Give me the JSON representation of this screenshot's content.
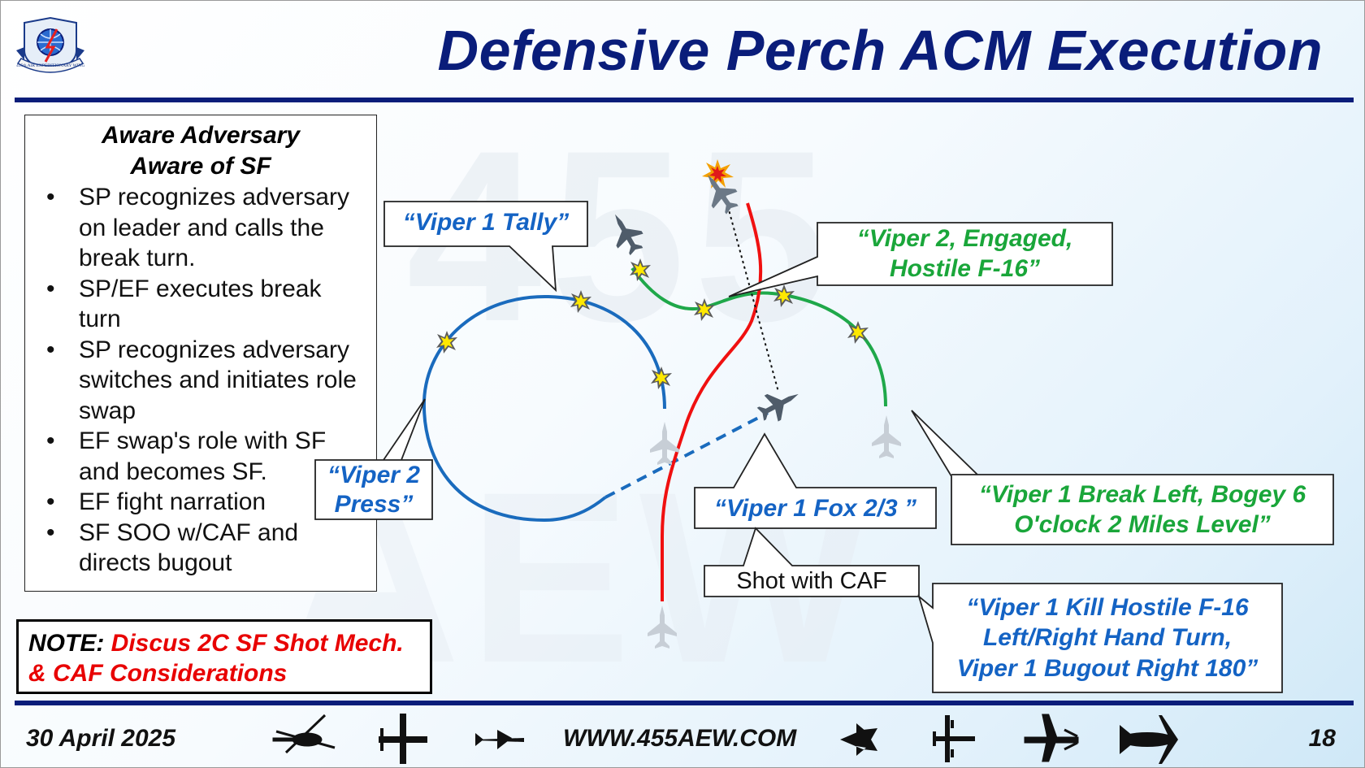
{
  "title": "Defensive Perch ACM Execution",
  "logo": {
    "text": "455th AIR EXPEDITIONARY WING",
    "icon": "unit-emblem-icon"
  },
  "watermark": {
    "line1": "455",
    "line2": "AEW"
  },
  "side_panel": {
    "heading_line1": "Aware Adversary",
    "heading_line2": "Aware of SF",
    "bullets": [
      "SP recognizes adversary on leader and calls the break turn.",
      "SP/EF executes break turn",
      "SP recognizes adversary switches and initiates role swap",
      "EF swap's role with SF and becomes SF.",
      "EF fight narration",
      "SF SOO w/CAF and directs bugout"
    ]
  },
  "note": {
    "label": "NOTE:",
    "text": "Discus 2C SF Shot Mech. & CAF Considerations"
  },
  "callouts": {
    "tally": "“Viper 1 Tally”",
    "engaged_line1": "“Viper 2, Engaged,",
    "engaged_line2": "Hostile F-16”",
    "press_line1": "“Viper 2",
    "press_line2": "Press”",
    "fox": "“Viper 1 Fox 2/3 ”",
    "break_line1": "“Viper 1 Break Left, Bogey 6",
    "break_line2": "O'clock 2 Miles Level”",
    "shot_caf": "Shot with CAF",
    "kill_line1": "“Viper 1 Kill Hostile F-16",
    "kill_line2": "Left/Right Hand Turn,",
    "kill_line3": "Viper 1 Bugout Right 180”"
  },
  "footer": {
    "date": "30 April 2025",
    "url": "WWW.455AEW.COM",
    "page": "18",
    "icons": [
      "helicopter-silhouette-icon",
      "cargo-plane-silhouette-icon",
      "fighter-jet-silhouette-icon",
      "stealth-fighter-silhouette-icon",
      "transport-plane-silhouette-icon",
      "tanker-plane-silhouette-icon",
      "bomber-silhouette-icon"
    ]
  },
  "colors": {
    "navy": "#0a1d7a",
    "callout_blue": "#1463c4",
    "callout_green": "#1aa63a",
    "track_blue": "#1a6bbd",
    "track_green": "#1fa84a",
    "track_red": "#f01010",
    "note_red": "#e80000"
  }
}
